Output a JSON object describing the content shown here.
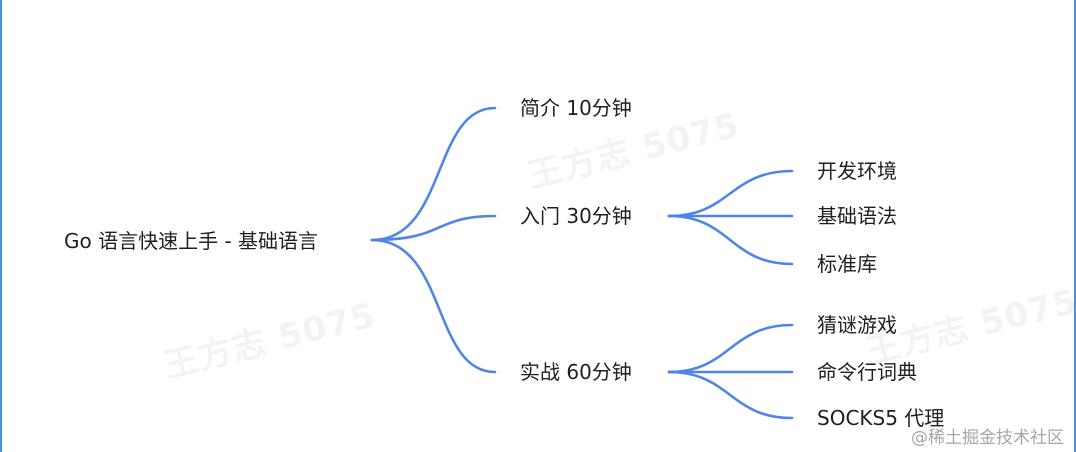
{
  "mindmap": {
    "root": "Go 语言快速上手 - 基础语言",
    "branches": [
      {
        "label": "简介 10分钟",
        "children": []
      },
      {
        "label": "入门 30分钟",
        "children": [
          "开发环境",
          "基础语法",
          "标准库"
        ]
      },
      {
        "label": "实战 60分钟",
        "children": [
          "猜谜游戏",
          "命令行词典",
          "SOCKS5 代理"
        ]
      }
    ]
  },
  "watermarks": [
    "王方志 5075",
    "王方志 5075",
    "王方志 5075"
  ],
  "credit": "@稀土掘金技术社区",
  "colors": {
    "edge": "#4f86e6",
    "frame": "#4a90e2",
    "text": "#1f1f1f"
  }
}
